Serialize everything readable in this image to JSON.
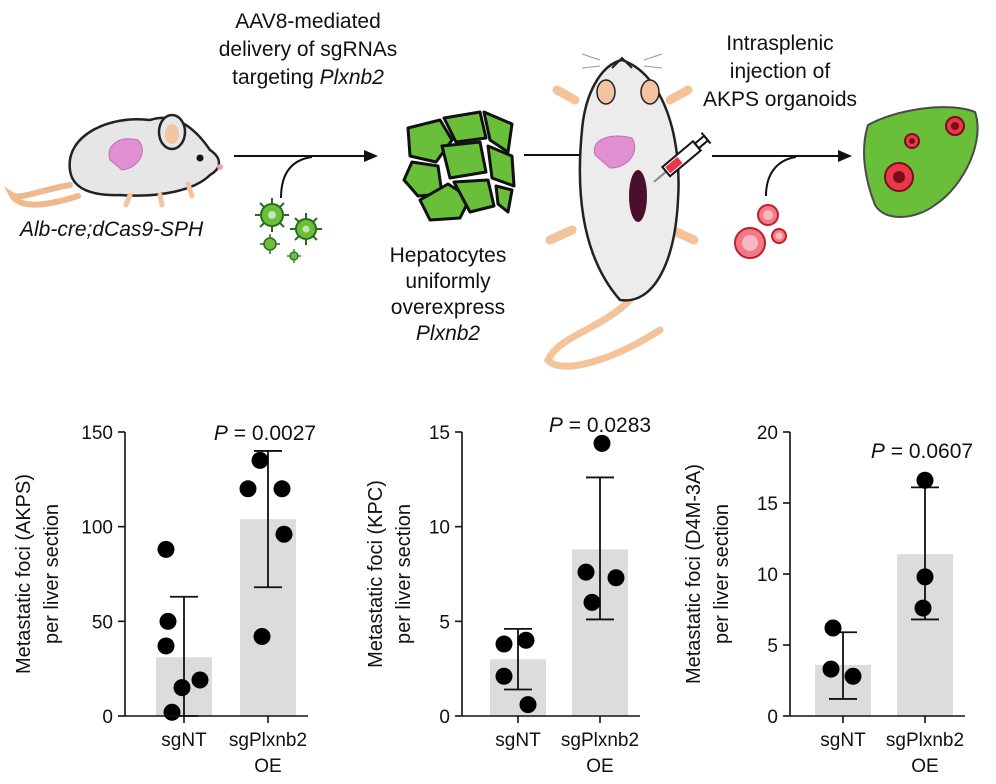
{
  "schematic": {
    "mouse_label": "Alb-cre;dCas9-SPH",
    "step1_line1": "AAV8-mediated",
    "step1_line2": "delivery of sgRNAs",
    "step1_line3_plain": "targeting ",
    "step1_line3_italic": "Plxnb2",
    "hep_line1": "Hepatocytes",
    "hep_line2": "uniformly",
    "hep_line3": "overexpress",
    "hep_line4": "Plxnb2",
    "step2_line1": "Intrasplenic",
    "step2_line2": "injection of",
    "step2_line3": "AKPS organoids",
    "icons": [
      "mouse-icon",
      "aav-virus-icon",
      "hepatocytes-icon",
      "mouse-supine-icon",
      "syringe-icon",
      "organoids-icon",
      "liver-metastasis-icon"
    ],
    "colors": {
      "liver_pink": "#e08fd0",
      "hepatocyte_green": "#6abf3a",
      "organoid_red": "#e8394a",
      "mouse_body": "#e6e6e6",
      "tail": "#f4c39a"
    }
  },
  "chart_data": [
    {
      "type": "bar",
      "categories": [
        "sgNT",
        "sgPlxnb2\nOE"
      ],
      "category_line1": [
        "sgNT",
        "sgPlxnb2"
      ],
      "category_line2": [
        "",
        "OE"
      ],
      "values": [
        31,
        104
      ],
      "error_low": [
        0,
        68
      ],
      "error_high": [
        63,
        140
      ],
      "points": [
        [
          88,
          50,
          37,
          19,
          15,
          2
        ],
        [
          135,
          120,
          120,
          96,
          42
        ]
      ],
      "ylabel_line1": "Metastatic foci (AKPS)",
      "ylabel_line2": "per liver section",
      "ylim": [
        0,
        150
      ],
      "yticks": [
        0,
        50,
        100,
        150
      ],
      "p_prefix": "P",
      "p_text": " = 0.0027",
      "grid": false
    },
    {
      "type": "bar",
      "categories": [
        "sgNT",
        "sgPlxnb2\nOE"
      ],
      "category_line1": [
        "sgNT",
        "sgPlxnb2"
      ],
      "category_line2": [
        "",
        "OE"
      ],
      "values": [
        3,
        8.8
      ],
      "error_low": [
        1.4,
        5.1
      ],
      "error_high": [
        4.6,
        12.6
      ],
      "points": [
        [
          4.0,
          3.8,
          2.1,
          0.6
        ],
        [
          14.4,
          7.6,
          7.3,
          6.0
        ]
      ],
      "ylabel_line1": "Metastatic foci (KPC)",
      "ylabel_line2": "per liver section",
      "ylim": [
        0,
        15
      ],
      "yticks": [
        0,
        5,
        10,
        15
      ],
      "p_prefix": "P",
      "p_text": " = 0.0283",
      "grid": false
    },
    {
      "type": "bar",
      "categories": [
        "sgNT",
        "sgPlxnb2\nOE"
      ],
      "category_line1": [
        "sgNT",
        "sgPlxnb2"
      ],
      "category_line2": [
        "",
        "OE"
      ],
      "values": [
        3.6,
        11.4
      ],
      "error_low": [
        1.2,
        6.8
      ],
      "error_high": [
        5.9,
        16.1
      ],
      "points": [
        [
          6.2,
          3.3,
          2.8
        ],
        [
          16.6,
          9.8,
          7.6
        ]
      ],
      "ylabel_line1": "Metastatic foci (D4M-3A)",
      "ylabel_line2": "per liver section",
      "ylim": [
        0,
        20
      ],
      "yticks": [
        0,
        5,
        10,
        15,
        20
      ],
      "p_prefix": "P",
      "p_text": " = 0.0607",
      "grid": false
    }
  ]
}
